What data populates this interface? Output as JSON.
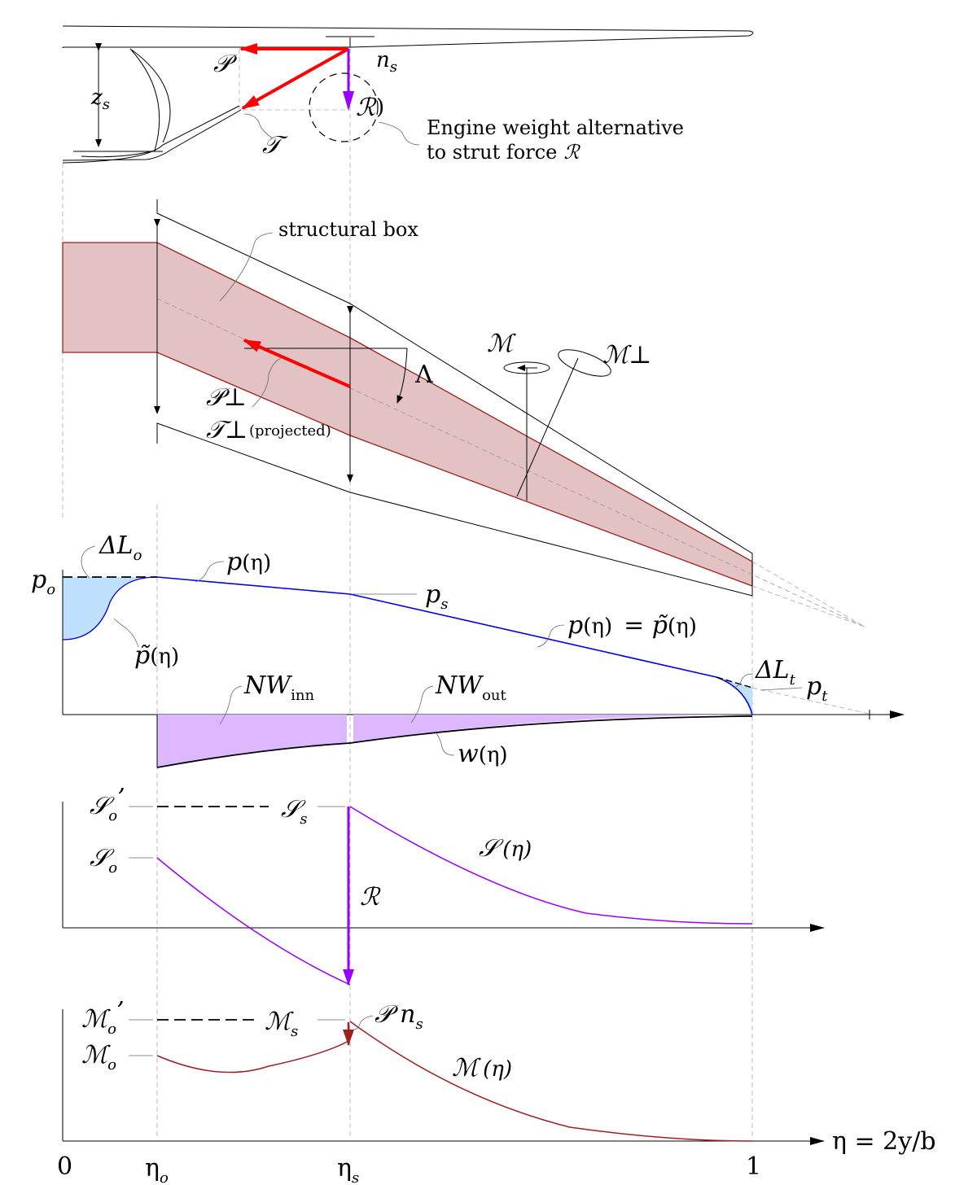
{
  "labels": {
    "P": "𝒫",
    "T": "𝒯",
    "R": "ℛ",
    "zs": "z",
    "zs_sub": "s",
    "ns": "n",
    "ns_sub": "s",
    "engine_line1": "Engine weight alternative",
    "engine_line2": "to strut force",
    "engine_R": "ℛ",
    "structural_box": "structural box",
    "M": "ℳ",
    "M_perp": "ℳ⊥",
    "Lambda": "Λ",
    "P_perp": "𝒫⊥",
    "T_perp": "𝒯⊥",
    "projected": "(projected)",
    "delta_Lo": "ΔL",
    "delta_Lo_sub": "o",
    "po": "p",
    "po_sub": "o",
    "p_eta": "p",
    "p_eta_arg": "(η)",
    "ps": "p",
    "ps_sub": "s",
    "p_eq": "p",
    "p_eq_arg": "(η)",
    "p_eq_rhs": "= p̃",
    "p_eq_rhs_arg": "(η)",
    "ptilde": "p̃",
    "ptilde_arg": "(η)",
    "delta_Lt": "ΔL",
    "delta_Lt_sub": "t",
    "pt": "p",
    "pt_sub": "t",
    "nw_inn": "NW",
    "nw_inn_sub": "inn",
    "nw_out": "NW",
    "nw_out_sub": "out",
    "w_eta": "w",
    "w_eta_arg": "(η)",
    "So_prime": "𝒮",
    "So_prime_sub": "o",
    "So_prime_mark": "’",
    "So": "𝒮",
    "So_sub": "o",
    "Ss": "𝒮",
    "Ss_sub": "s",
    "S_eta": "𝒮",
    "S_eta_arg": "(η)",
    "R_shear": "ℛ",
    "Mo_prime": "ℳ",
    "Mo_prime_sub": "o",
    "Mo_prime_mark": "’",
    "Mo": "ℳ",
    "Mo_sub": "o",
    "Ms": "ℳ",
    "Ms_sub": "s",
    "Pns": "𝒫 n",
    "Pns_sub": "s",
    "M_eta": "ℳ",
    "M_eta_arg": "(η)",
    "axis_eq": "η = 2y/b",
    "tick_0": "0",
    "tick_eta_o": "η",
    "tick_eta_o_sub": "o",
    "tick_eta_s": "η",
    "tick_eta_s_sub": "s",
    "tick_1": "1"
  },
  "colors": {
    "red_arrow": "#ff0000",
    "purple": "#9900ff",
    "blue": "#0000dd",
    "dark_red": "#9b2020",
    "box_fill": "#e2c2c2",
    "light_blue_fill": "#bfe0ff",
    "light_purple_fill": "#ddb8ff"
  }
}
